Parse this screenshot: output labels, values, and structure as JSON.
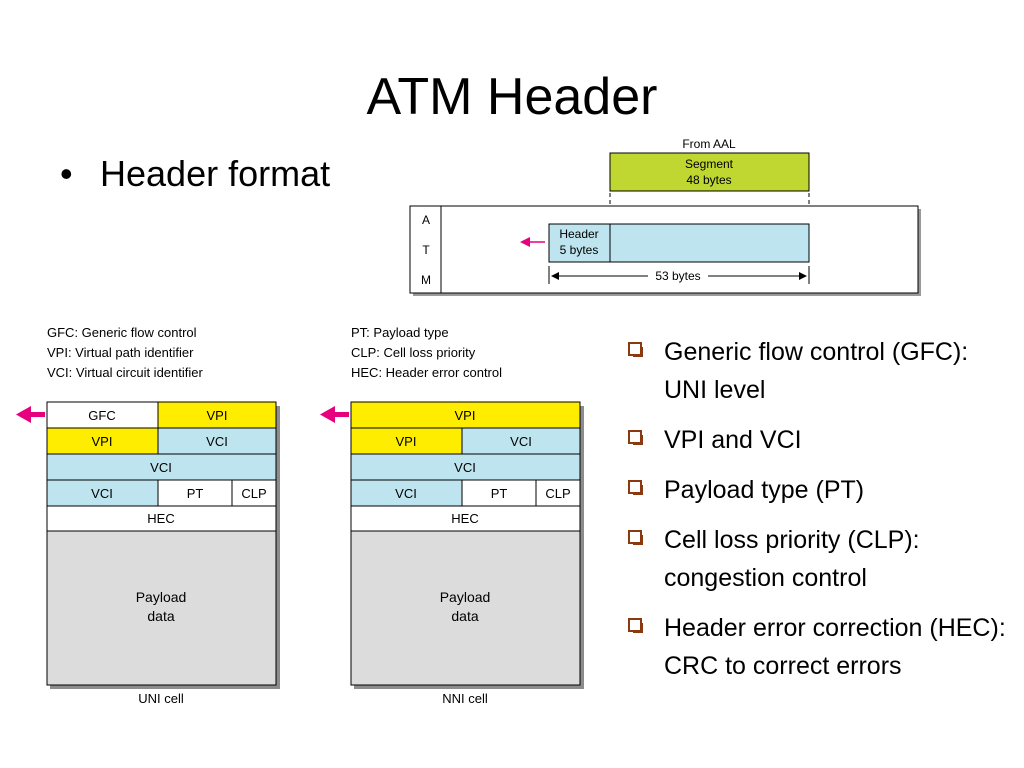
{
  "slide": {
    "title": "ATM Header",
    "bullet": "Header format",
    "bullet_marker": "•"
  },
  "top_diagram": {
    "from_aal": "From AAL",
    "segment_line1": "Segment",
    "segment_line2": "48 bytes",
    "atm_letters": [
      "A",
      "T",
      "M"
    ],
    "header_line1": "Header",
    "header_line2": "5 bytes",
    "total_label": "53 bytes"
  },
  "legend_left": [
    "GFC: Generic flow control",
    "VPI: Virtual path identifier",
    "VCI: Virtual circuit identifier"
  ],
  "legend_right": [
    "PT: Payload type",
    "CLP: Cell loss priority",
    "HEC: Header error control"
  ],
  "uni_cell": {
    "caption": "UNI cell",
    "row1": [
      "GFC",
      "VPI"
    ],
    "row2": [
      "VPI",
      "VCI"
    ],
    "row3": "VCI",
    "row4": [
      "VCI",
      "PT",
      "CLP"
    ],
    "row5": "HEC",
    "payload_line1": "Payload",
    "payload_line2": "data"
  },
  "nni_cell": {
    "caption": "NNI cell",
    "row1": "VPI",
    "row2": [
      "VPI",
      "VCI"
    ],
    "row3": "VCI",
    "row4": [
      "VCI",
      "PT",
      "CLP"
    ],
    "row5": "HEC",
    "payload_line1": "Payload",
    "payload_line2": "data"
  },
  "features": [
    "Generic flow control (GFC): UNI level",
    "VPI and VCI",
    "Payload type (PT)",
    "Cell loss priority (CLP): congestion control",
    "Header error correction (HEC): CRC to correct errors"
  ],
  "colors": {
    "segment_green": "#bfd730",
    "field_yellow": "#ffed00",
    "field_blue": "#bde4ef",
    "payload_gray": "#dcdcdc",
    "arrow_pink": "#e6007e",
    "checkbox_brown": "#8b3a0f"
  }
}
